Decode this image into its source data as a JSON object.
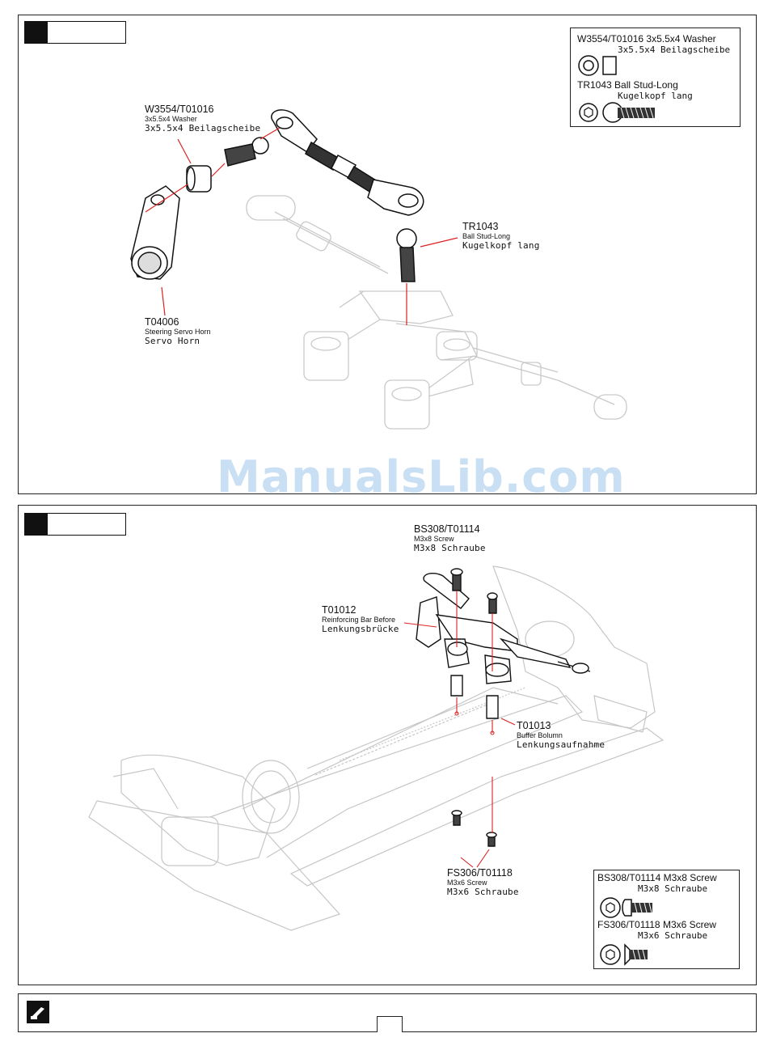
{
  "panel1": {
    "washer": {
      "part": "W3554/T01016",
      "en": "3x5.5x4 Washer",
      "de": "3x5.5x4 Beilagscheibe"
    },
    "ballstud": {
      "part": "TR1043",
      "en": "Ball Stud-Long",
      "de": "Kugelkopf lang"
    },
    "servohorn": {
      "part": "T04006",
      "en": "Steering Servo Horn",
      "de": "Servo Horn"
    },
    "legend": {
      "item1_title": "W3554/T01016 3x5.5x4 Washer",
      "item1_de": "3x5.5x4 Beilagscheibe",
      "item2_title": "TR1043 Ball Stud-Long",
      "item2_de": "Kugelkopf lang"
    }
  },
  "watermark": "ManualsLib.com",
  "panel2": {
    "screw_m3x8": {
      "part": "BS308/T01114",
      "en": "M3x8 Screw",
      "de": "M3x8 Schraube"
    },
    "reinforcing": {
      "part": "T01012",
      "en": "Reinforcing Bar Before",
      "de": "Lenkungsbrücke"
    },
    "buffer": {
      "part": "T01013",
      "en": "Buffer Bolumn",
      "de": "Lenkungsaufnahme"
    },
    "screw_m3x6": {
      "part": "FS306/T01118",
      "en": "M3x6 Screw",
      "de": "M3x6 Schraube"
    },
    "legend": {
      "item1_title": "BS308/T01114 M3x8 Screw",
      "item1_de": "M3x8 Schraube",
      "item2_title": "FS306/T01118 M3x6 Screw",
      "item2_de": "M3x6 Schraube"
    }
  },
  "icons": [
    "washer-icon",
    "ball-stud-icon",
    "hex-screw-icon",
    "countersunk-screw-icon",
    "tool-hand-icon"
  ]
}
